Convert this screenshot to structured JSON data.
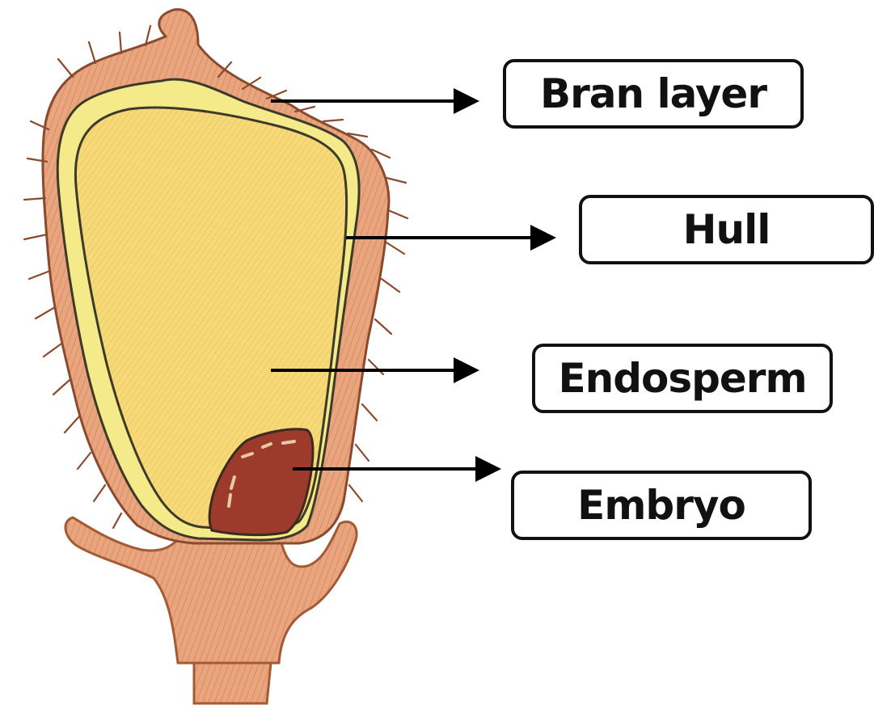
{
  "labels": {
    "bran_layer": "Bran layer",
    "hull": "Hull",
    "endosperm": "Endosperm",
    "embryo": "Embryo"
  },
  "colors": {
    "hull": "#e7a37c",
    "hull_outline": "#8a4a2e",
    "bran_layer": "#f5ea8a",
    "endosperm": "#f6da7a",
    "embryo": "#9c3b2c",
    "arrow": "#000000",
    "label_border": "#111111"
  }
}
